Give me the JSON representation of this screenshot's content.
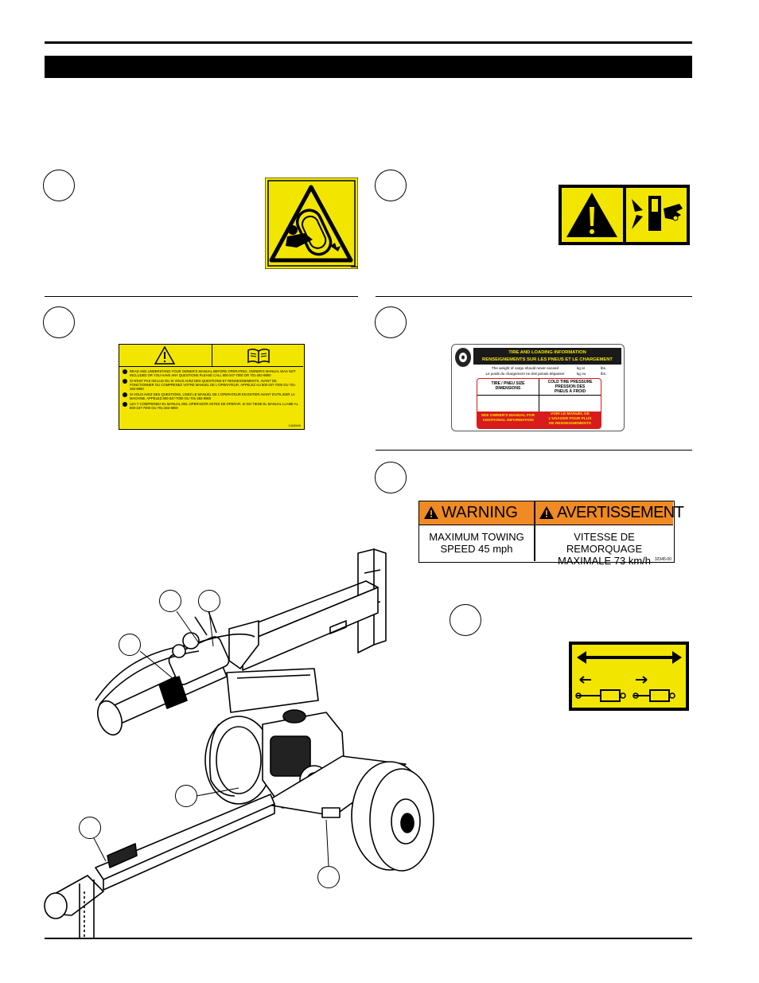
{
  "page": {
    "header_bar_text": "",
    "footer_text": ""
  },
  "decals": {
    "d1": {
      "code": "■■■■■"
    },
    "d3": {
      "lines": [
        "READ AND UNDERSTAND YOUR OWNER'S MANUAL BEFORE OPERATING. OWNER'S MANUAL WAS NOT INCLUDED OR YOU HAVE ANY QUESTIONS PLEASE CALL 800-347-7000 OR 701-282-9900",
        "SI N'EST PAS INCLUS OU SI VOUS AVEZ DES QUESTIONS ET RENSEIGNEMENTS. AVANT DE FONCTIONNER OU COMPRENEZ VOTRE MANUEL DE L'OPERATEUR, APPELEZ AU 800-347-7000 OU 701-282-9900",
        "SI VOUS AVEZ DES QUESTIONS, LISEZ LE MANUEL DE L'OPERATEUR EN ENTIER AVANT D'UTILISER LA MACHINE. APPELEZ 800-347-7000 OU 701-282-9900",
        "LEA Y COMPRENDA EL MANUAL DEL OPERADOR ANTES DE OPERAR. SI NO TIENE EL MANUAL LLAME AL 800-347-7000 OU 701-282-9900"
      ],
      "code": "1404549"
    },
    "d4": {
      "title1": "TIRE AND LOADING INFORMATION",
      "title2": "RENSEIGNEMENTS SUR LES PNEUS ET LE CHARGEMENT",
      "weight_en": "The weight of cargo should never exceed",
      "weight_fr": "Le poids du chargement ne doit jamais dépasser",
      "kg_or": "kg or",
      "kg_ou": "kg ou",
      "lbs": "lbs.",
      "col1_l1": "TIRE / PNEU SIZE",
      "col1_l2": "DIMENSIONS",
      "col2_l1": "COLD TIRE PRESSURE",
      "col2_l2": "PRESSION DES",
      "col2_l3": "PNEUS À FROID",
      "foot1_l1": "SEE OWNER'S MANUAL FOR",
      "foot1_l2": "ADDITIONAL INFORMATION",
      "foot2_l1": "VOIR LE MANUEL DE",
      "foot2_l2": "L'USAGER POUR PLUS",
      "foot2_l3": "DE RENSEIGNEMENTS"
    },
    "d5": {
      "warning": "WARNING",
      "avertissement": "AVERTISSEMENT",
      "en_l1": "MAXIMUM TOWING",
      "en_l2": "SPEED 45 mph",
      "fr_l1": "VITESSE DE REMORQUAGE",
      "fr_l2": "MAXIMALE 73 km/h",
      "code": "32345-00"
    }
  },
  "colors": {
    "decal_yellow": "#f2e600",
    "warning_orange": "#f08a24",
    "tire_header": "#1a1a1a",
    "tire_footer": "#d81b1b"
  },
  "icons": [
    "entanglement-icon",
    "warning-triangle-icon",
    "crush-hazard-icon",
    "manual-book-icon",
    "tire-icon",
    "double-arrow-icon",
    "cylinder-icon"
  ]
}
